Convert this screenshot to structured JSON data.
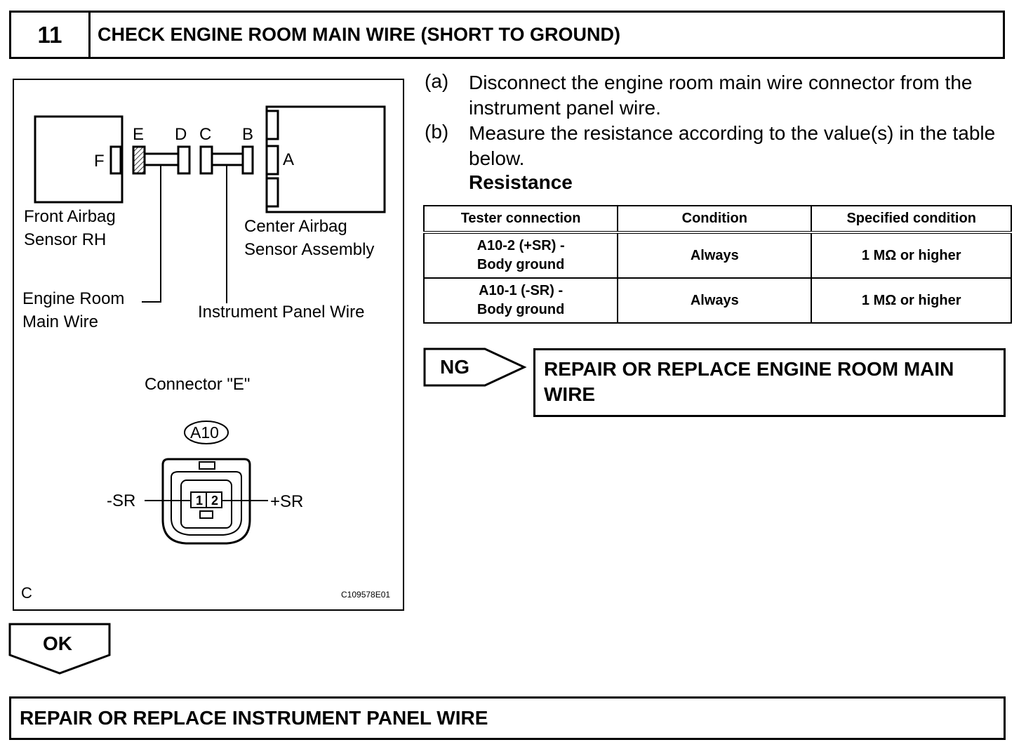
{
  "header": {
    "step_number": "11",
    "title": "CHECK ENGINE ROOM MAIN WIRE (SHORT TO GROUND)"
  },
  "figure": {
    "labels": {
      "front_airbag_sensor": "Front Airbag\nSensor RH",
      "center_airbag_sensor": "Center Airbag\nSensor Assembly",
      "engine_room_main_wire": "Engine Room\nMain Wire",
      "instrument_panel_wire": "Instrument Panel Wire",
      "connector_caption": "Connector \"E\"",
      "connector_code": "A10",
      "pin_1": "1",
      "pin_2": "2",
      "minus_sr": "-SR",
      "plus_sr": "+SR",
      "corner_letter": "C",
      "figure_code": "C109578E01"
    },
    "connector_letters": {
      "a": "A",
      "b": "B",
      "c": "C",
      "d": "D",
      "e": "E",
      "f": "F"
    }
  },
  "instructions": [
    {
      "letter": "(a)",
      "text": "Disconnect the engine room main wire connector from the instrument panel wire."
    },
    {
      "letter": "(b)",
      "text": "Measure the resistance according to the value(s) in the table below."
    }
  ],
  "resistance_heading": "Resistance",
  "table": {
    "headers": [
      "Tester connection",
      "Condition",
      "Specified condition"
    ],
    "rows": [
      {
        "connection": "A10-2 (+SR) -\nBody ground",
        "condition": "Always",
        "specified": "1 MΩ or higher"
      },
      {
        "connection": "A10-1 (-SR) -\nBody ground",
        "condition": "Always",
        "specified": "1 MΩ or higher"
      }
    ]
  },
  "ng": {
    "label": "NG",
    "action": "REPAIR OR REPLACE ENGINE ROOM MAIN WIRE"
  },
  "ok": {
    "label": "OK",
    "action": "REPAIR OR REPLACE INSTRUMENT PANEL WIRE"
  }
}
